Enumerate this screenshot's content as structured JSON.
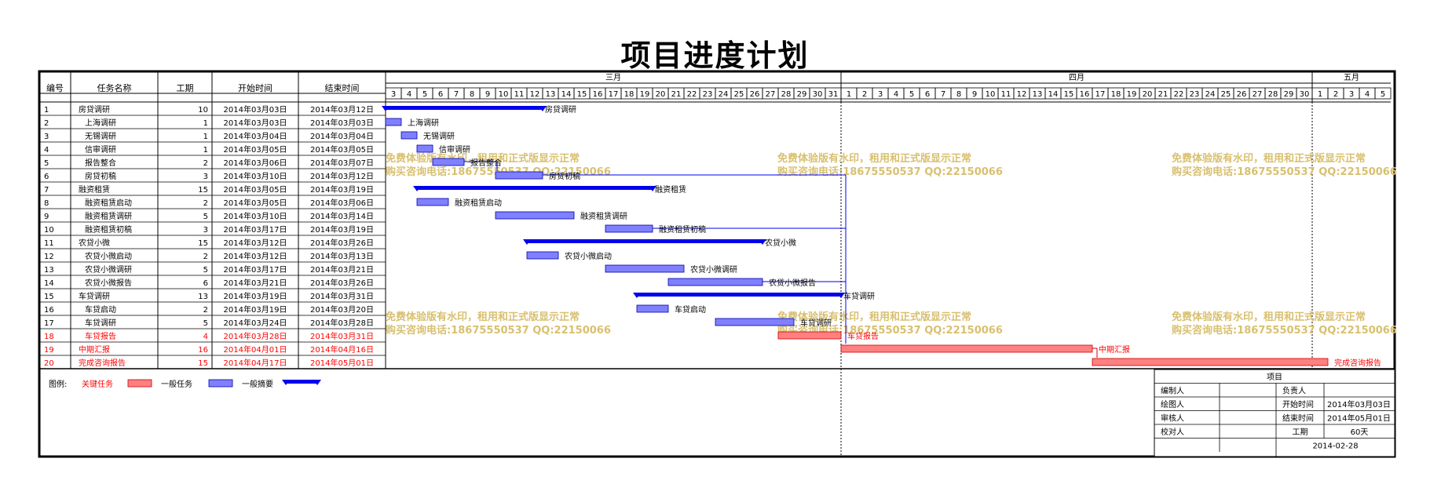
{
  "title": "项目进度计划",
  "columns": [
    "编号",
    "任务名称",
    "工期",
    "开始时间",
    "结束时间"
  ],
  "months": [
    {
      "label": "三月",
      "days": [
        3,
        4,
        5,
        6,
        7,
        8,
        9,
        10,
        11,
        12,
        13,
        14,
        15,
        16,
        17,
        18,
        19,
        20,
        21,
        22,
        23,
        24,
        25,
        26,
        27,
        28,
        29,
        30,
        31
      ]
    },
    {
      "label": "四月",
      "days": [
        1,
        2,
        3,
        4,
        5,
        6,
        7,
        8,
        9,
        10,
        11,
        12,
        13,
        14,
        15,
        16,
        17,
        18,
        19,
        20,
        21,
        22,
        23,
        24,
        25,
        26,
        27,
        28,
        29,
        30
      ]
    },
    {
      "label": "五月",
      "days": [
        1,
        2,
        3,
        4,
        5
      ]
    }
  ],
  "colors": {
    "summary": "#0000ee",
    "normal": "#8080ff",
    "normal_edge": "#0000aa",
    "critical": "#ff8080",
    "critical_edge": "#cc0000",
    "critical_text": "#ff0000",
    "watermark": "#d8c070"
  },
  "chart_data": {
    "type": "gantt",
    "x_start": "2014-03-03",
    "x_end": "2014-05-05",
    "tasks": [
      {
        "id": "1",
        "name": "房贷调研",
        "duration": 10,
        "start": "2014年03月03日",
        "end": "2014年03月12日",
        "kind": "summary",
        "level": 0,
        "s": 0,
        "e": 10,
        "label": "房贷调研"
      },
      {
        "id": "2",
        "name": "上海调研",
        "duration": 1,
        "start": "2014年03月03日",
        "end": "2014年03月03日",
        "kind": "normal",
        "level": 1,
        "s": 0,
        "e": 1,
        "label": "上海调研"
      },
      {
        "id": "3",
        "name": "无锡调研",
        "duration": 1,
        "start": "2014年03月04日",
        "end": "2014年03月04日",
        "kind": "normal",
        "level": 1,
        "s": 1,
        "e": 2,
        "label": "无锡调研"
      },
      {
        "id": "4",
        "name": "信审调研",
        "duration": 1,
        "start": "2014年03月05日",
        "end": "2014年03月05日",
        "kind": "normal",
        "level": 1,
        "s": 2,
        "e": 3,
        "label": "信审调研"
      },
      {
        "id": "5",
        "name": "报告整合",
        "duration": 2,
        "start": "2014年03月06日",
        "end": "2014年03月07日",
        "kind": "normal",
        "level": 1,
        "s": 3,
        "e": 5,
        "label": "报告整合"
      },
      {
        "id": "6",
        "name": "房贷初稿",
        "duration": 3,
        "start": "2014年03月10日",
        "end": "2014年03月12日",
        "kind": "normal",
        "level": 1,
        "s": 7,
        "e": 10,
        "label": "房贷初稿"
      },
      {
        "id": "7",
        "name": "融资租赁",
        "duration": 15,
        "start": "2014年03月05日",
        "end": "2014年03月19日",
        "kind": "summary",
        "level": 0,
        "s": 2,
        "e": 17,
        "label": "融资租赁"
      },
      {
        "id": "8",
        "name": "融资租赁启动",
        "duration": 2,
        "start": "2014年03月05日",
        "end": "2014年03月06日",
        "kind": "normal",
        "level": 1,
        "s": 2,
        "e": 4,
        "label": "融资租赁启动"
      },
      {
        "id": "9",
        "name": "融资租赁调研",
        "duration": 5,
        "start": "2014年03月10日",
        "end": "2014年03月14日",
        "kind": "normal",
        "level": 1,
        "s": 7,
        "e": 12,
        "label": "融资租赁调研"
      },
      {
        "id": "10",
        "name": "融资租赁初稿",
        "duration": 3,
        "start": "2014年03月17日",
        "end": "2014年03月19日",
        "kind": "normal",
        "level": 1,
        "s": 14,
        "e": 17,
        "label": "融资租赁初稿"
      },
      {
        "id": "11",
        "name": "农贷小微",
        "duration": 15,
        "start": "2014年03月12日",
        "end": "2014年03月26日",
        "kind": "summary",
        "level": 0,
        "s": 9,
        "e": 24,
        "label": "农贷小微"
      },
      {
        "id": "12",
        "name": "农贷小微启动",
        "duration": 2,
        "start": "2014年03月12日",
        "end": "2014年03月13日",
        "kind": "normal",
        "level": 1,
        "s": 9,
        "e": 11,
        "label": "农贷小微启动"
      },
      {
        "id": "13",
        "name": "农贷小微调研",
        "duration": 5,
        "start": "2014年03月17日",
        "end": "2014年03月21日",
        "kind": "normal",
        "level": 1,
        "s": 14,
        "e": 19,
        "label": "农贷小微调研"
      },
      {
        "id": "14",
        "name": "农贷小微报告",
        "duration": 6,
        "start": "2014年03月21日",
        "end": "2014年03月26日",
        "kind": "normal",
        "level": 1,
        "s": 18,
        "e": 24,
        "label": "农贷小微报告"
      },
      {
        "id": "15",
        "name": "车贷调研",
        "duration": 13,
        "start": "2014年03月19日",
        "end": "2014年03月31日",
        "kind": "summary",
        "level": 0,
        "s": 16,
        "e": 29,
        "label": "车贷调研"
      },
      {
        "id": "16",
        "name": "车贷启动",
        "duration": 2,
        "start": "2014年03月19日",
        "end": "2014年03月20日",
        "kind": "normal",
        "level": 1,
        "s": 16,
        "e": 18,
        "label": "车贷启动"
      },
      {
        "id": "17",
        "name": "车贷调研",
        "duration": 5,
        "start": "2014年03月24日",
        "end": "2014年03月28日",
        "kind": "normal",
        "level": 1,
        "s": 21,
        "e": 26,
        "label": "车贷调研"
      },
      {
        "id": "18",
        "name": "车贷报告",
        "duration": 4,
        "start": "2014年03月28日",
        "end": "2014年03月31日",
        "kind": "critical",
        "level": 1,
        "s": 25,
        "e": 29,
        "label": "车贷报告"
      },
      {
        "id": "19",
        "name": "中期汇报",
        "duration": 16,
        "start": "2014年04月01日",
        "end": "2014年04月16日",
        "kind": "critical",
        "level": 0,
        "s": 29,
        "e": 45,
        "label": "中期汇报"
      },
      {
        "id": "20",
        "name": "完成咨询报告",
        "duration": 15,
        "start": "2014年04月17日",
        "end": "2014年05月01日",
        "kind": "critical",
        "level": 0,
        "s": 45,
        "e": 60,
        "label": "完成咨询报告"
      }
    ]
  },
  "legend": {
    "prefix": "图例:",
    "critical": "关键任务",
    "normal": "一般任务",
    "summary": "一般摘要"
  },
  "info": {
    "header": "项目",
    "editor": "编制人",
    "owner": "负责人",
    "drawer": "绘图人",
    "start_label": "开始时间",
    "start_value": "2014年03月03日",
    "reviewer": "审核人",
    "end_label": "结束时间",
    "end_value": "2014年05月01日",
    "checker": "校对人",
    "duration_label": "工期",
    "duration_value": "60天",
    "date": "2014-02-28"
  },
  "watermark": {
    "line1": "免费体验版有水印，租用和正式版显示正常",
    "line2": "购买咨询电话:18675550537 QQ:22150066"
  }
}
